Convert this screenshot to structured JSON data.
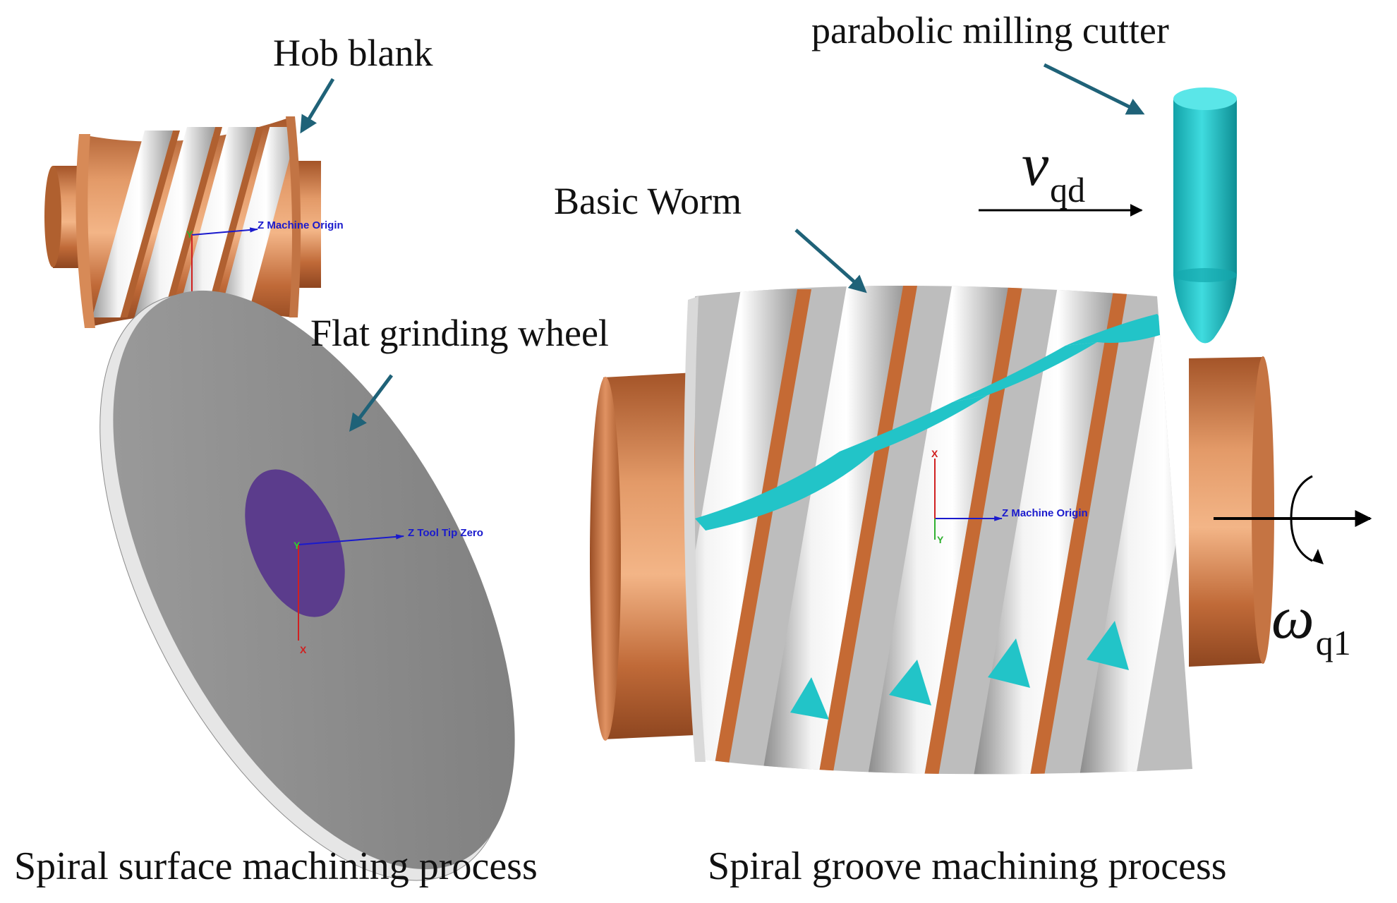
{
  "labels": {
    "hob_blank": "Hob blank",
    "flat_grinding_wheel": "Flat grinding wheel",
    "basic_worm": "Basic Worm",
    "parabolic_milling_cutter": "parabolic milling cutter"
  },
  "symbols": {
    "velocity_base": "v",
    "velocity_sub": "qd",
    "omega_base": "ω",
    "omega_sub": "q1"
  },
  "axes": {
    "hob_origin": "Z Machine Origin",
    "tool_tip": "Z Tool Tip Zero",
    "worm_origin": "Z Machine Origin",
    "y": "Y",
    "x": "X"
  },
  "captions": {
    "left": "Spiral surface machining process",
    "right": "Spiral groove machining process"
  },
  "colors": {
    "copper": "#C8703F",
    "silver": "#C9C9C9",
    "cyan": "#22C4C8",
    "purple": "#5B3C8C",
    "arrow_teal": "#1F6278"
  }
}
